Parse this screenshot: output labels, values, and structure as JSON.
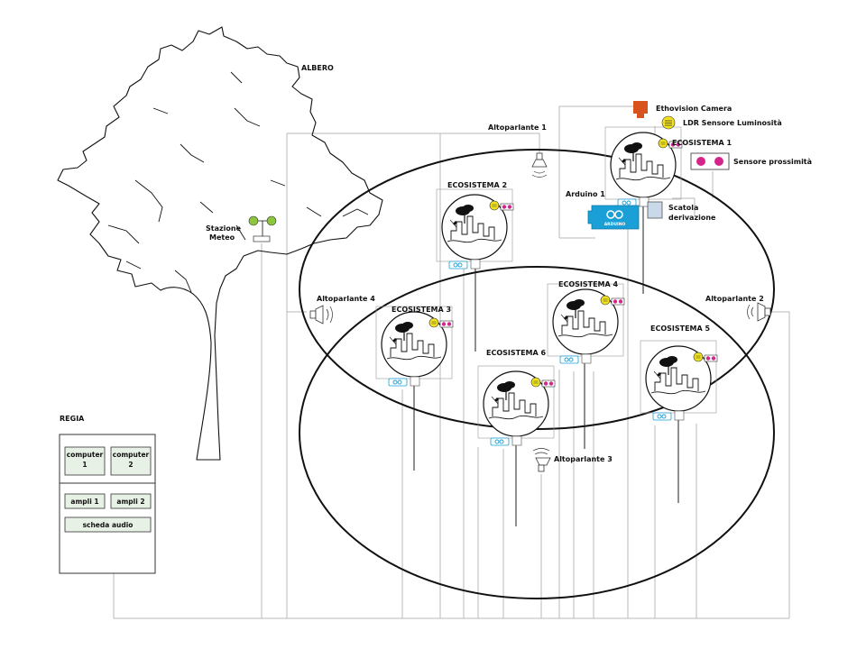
{
  "labels": {
    "albero": "ALBERO",
    "stazione_meteo_1": "Stazione",
    "stazione_meteo_2": "Meteo",
    "regia": "REGIA",
    "altoparlante_1": "Altoparlante 1",
    "altoparlante_2": "Altoparlante 2",
    "altoparlante_3": "Altoparlante 3",
    "altoparlante_4": "Altoparlante 4",
    "arduino": "Arduino 1",
    "arduino_logo": "ARDUINO",
    "scatola_1": "Scatola",
    "scatola_2": "derivazione"
  },
  "legend": {
    "camera": "Ethovision Camera",
    "ldr": "LDR Sensore Luminosità",
    "prossimita": "Sensore prossimità"
  },
  "ecosystems": [
    {
      "label": "ECOSISTEMA 1"
    },
    {
      "label": "ECOSISTEMA 2"
    },
    {
      "label": "ECOSISTEMA 3"
    },
    {
      "label": "ECOSISTEMA 4"
    },
    {
      "label": "ECOSISTEMA 5"
    },
    {
      "label": "ECOSISTEMA 6"
    }
  ],
  "regia": {
    "computer_1_a": "computer",
    "computer_1_b": "1",
    "computer_2_a": "computer",
    "computer_2_b": "2",
    "ampli_1": "ampli 1",
    "ampli_2": "ampli 2",
    "scheda_audio": "scheda audio"
  },
  "colors": {
    "camera": "#d9531e",
    "ldr": "#f2e21c",
    "prossimita": "#d6258a",
    "arduino": "#1a9fd6",
    "scatola": "#c9d9ea",
    "regia_fill": "#e8f1e5",
    "meteo": "#8cc63f"
  }
}
